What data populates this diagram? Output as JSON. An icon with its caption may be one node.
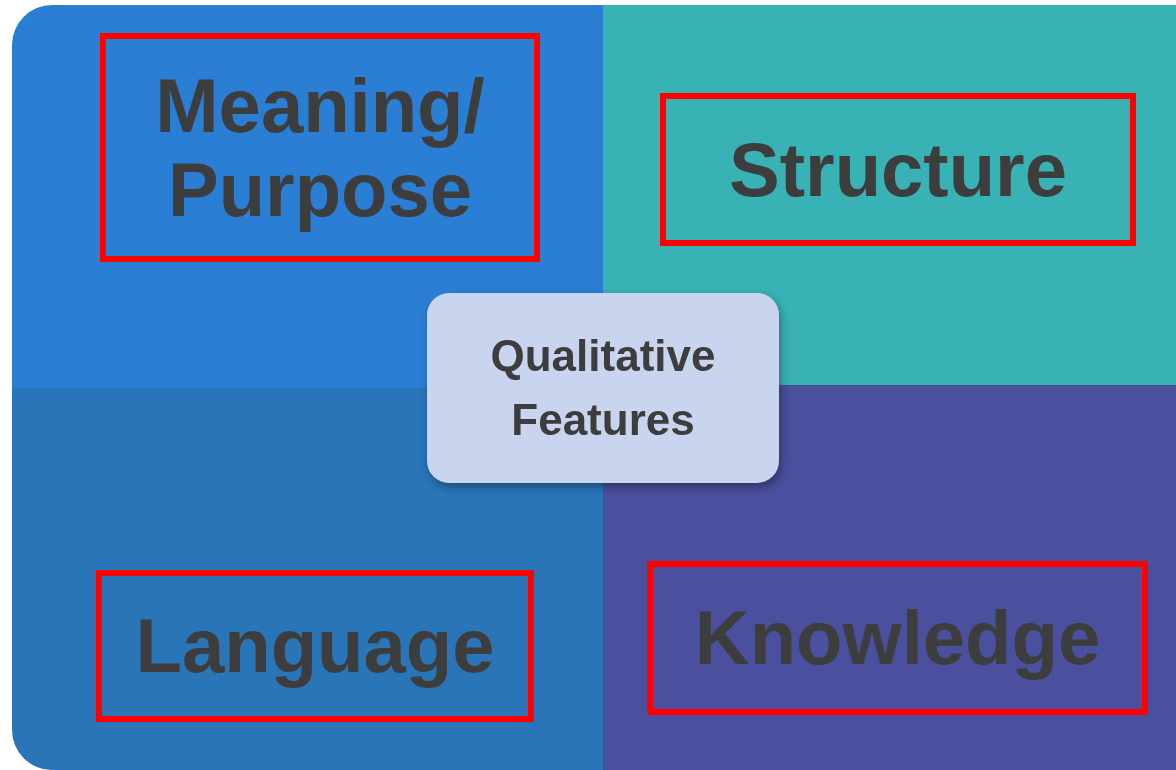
{
  "diagram": {
    "nodes": [
      {
        "text": [],
        "shape": "box"
      },
      {
        "text": [
          "Meaning/ Purpose"
        ],
        "in": 0
      },
      {
        "text": [],
        "shape": "box"
      },
      {
        "text": [
          "Structure"
        ],
        "in": 2
      },
      {
        "text": [
          "Qualitative Features"
        ]
      },
      {
        "text": [],
        "shape": "box"
      },
      {
        "text": [
          "Language"
        ],
        "in": 5
      },
      {
        "text": [],
        "shape": "box"
      },
      {
        "text": [
          "Knowledge"
        ],
        "in": 7
      }
    ]
  }
}
